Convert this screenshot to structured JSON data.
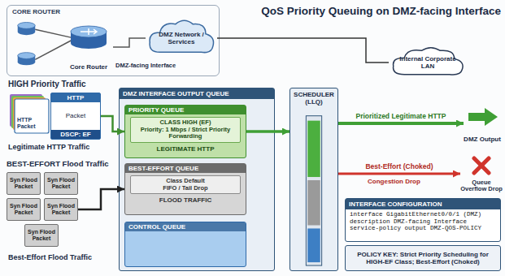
{
  "diagram": {
    "title": "QoS Priority Queuing on DMZ-facing Interface",
    "nodes": [
      {
        "text": [
          "CORE ROUTER"
        ]
      },
      {
        "text": [
          "Core Router"
        ],
        "in": 0
      },
      {
        "text": [
          "DMZ Network / Services"
        ],
        "in": 0
      },
      {
        "text": [
          "Internal Corporate LAN"
        ]
      },
      {
        "text": [
          "HTTP Packet"
        ]
      },
      {
        "text": [
          "HTTP",
          "Packet",
          "DSCP: EF"
        ]
      },
      {
        "text": [
          "Syn Flood Packet"
        ]
      },
      {
        "text": [
          "Syn Flood Packet"
        ]
      },
      {
        "text": [
          "Syn Flood Packet"
        ]
      },
      {
        "text": [
          "Syn Flood Packet"
        ]
      },
      {
        "text": [
          "Syn Flood Packet"
        ]
      },
      {
        "text": [
          "DMZ INTERFACE OUTPUT QUEUE"
        ]
      },
      {
        "text": [
          "PRIORITY QUEUE",
          "LEGITIMATE HTTP"
        ],
        "in": 11
      },
      {
        "text": [
          "CLASS HIGH (EF)",
          "Priority: 1 Mbps / Strict Priority Forwarding"
        ],
        "in": 12
      },
      {
        "text": [
          "BEST-EFFORT QUEUE",
          "FLOOD TRAFFIC"
        ],
        "in": 11
      },
      {
        "text": [
          "Class Default",
          "FIFO / Tail Drop"
        ],
        "in": 14
      },
      {
        "text": [
          "CONTROL QUEUE"
        ],
        "in": 11
      },
      {
        "text": [
          "SCHEDULER (LLQ)"
        ]
      },
      {
        "text": [
          "DMZ Output"
        ]
      },
      {
        "text": [
          "Queue Overflow Drop"
        ]
      },
      {
        "text": [
          "INTERFACE CONFIGURATION",
          "interface GigabitEthernet0/0/1 (DMZ)",
          "description DMZ-facing Interface",
          "service-policy output DMZ-QOS-POLICY"
        ]
      },
      {
        "text": [
          "POLICY KEY: Strict Priority Scheduling for HIGH-EF Class; Best-Effort (Choked)"
        ]
      }
    ],
    "edges": [
      {
        "from": 1,
        "to": 2,
        "arrow": "none"
      },
      {
        "from": 2,
        "to": 3,
        "arrow": "none"
      },
      {
        "from": 5,
        "to": 12,
        "arrow": "to"
      },
      {
        "from": 9,
        "to": 14,
        "arrow": "to"
      },
      {
        "from": 12,
        "to": 17,
        "arrow": "to"
      },
      {
        "from": 17,
        "to": 18,
        "label": "Prioritized Legitimate HTTP",
        "arrow": "to"
      },
      {
        "from": 17,
        "to": 19,
        "label": "Best-Effort (Choked)",
        "arrow": "to"
      }
    ],
    "labels": [
      "DMZ-facing Interface",
      "HIGH Priority Traffic",
      "Legitimate HTTP Traffic",
      "BEST-EFFORT Flood Traffic",
      "Best-Effort Flood Traffic",
      "Congestion Drop"
    ]
  }
}
